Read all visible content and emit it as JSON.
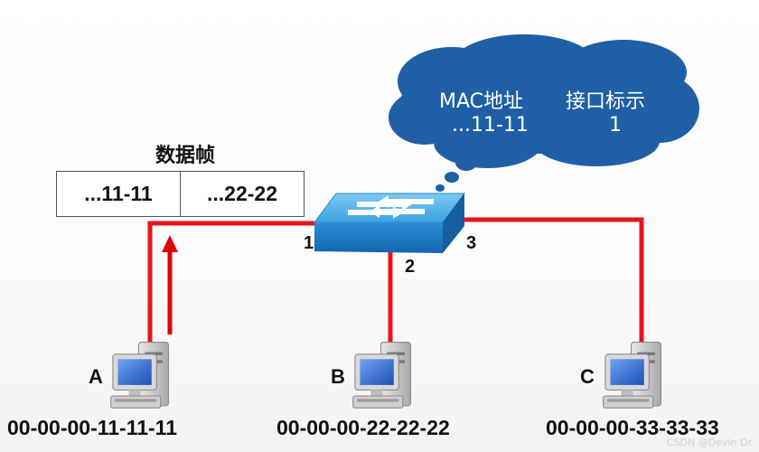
{
  "frame": {
    "title": "数据帧",
    "dst_mac": "...11-11",
    "src_mac": "...22-22"
  },
  "mac_table": {
    "header_mac": "MAC地址",
    "header_port": "接口标示",
    "entry_mac": "...11-11",
    "entry_port": "1"
  },
  "switch": {
    "icon": "switch-icon",
    "ports": [
      "1",
      "2",
      "3"
    ]
  },
  "hosts": [
    {
      "label": "A",
      "mac": "00-00-00-11-11-11",
      "icon": "computer-icon"
    },
    {
      "label": "B",
      "mac": "00-00-00-22-22-22",
      "icon": "computer-icon"
    },
    {
      "label": "C",
      "mac": "00-00-00-33-33-33",
      "icon": "computer-icon"
    }
  ],
  "watermark": "CSDN @Devin Dr",
  "colors": {
    "link": "#e8141b",
    "arrow": "#e00000",
    "cloud": "#1f5fa6",
    "switch_top": "#5cb8ea",
    "switch_side": "#1f7dc4",
    "screen": "#2f6fd6"
  }
}
